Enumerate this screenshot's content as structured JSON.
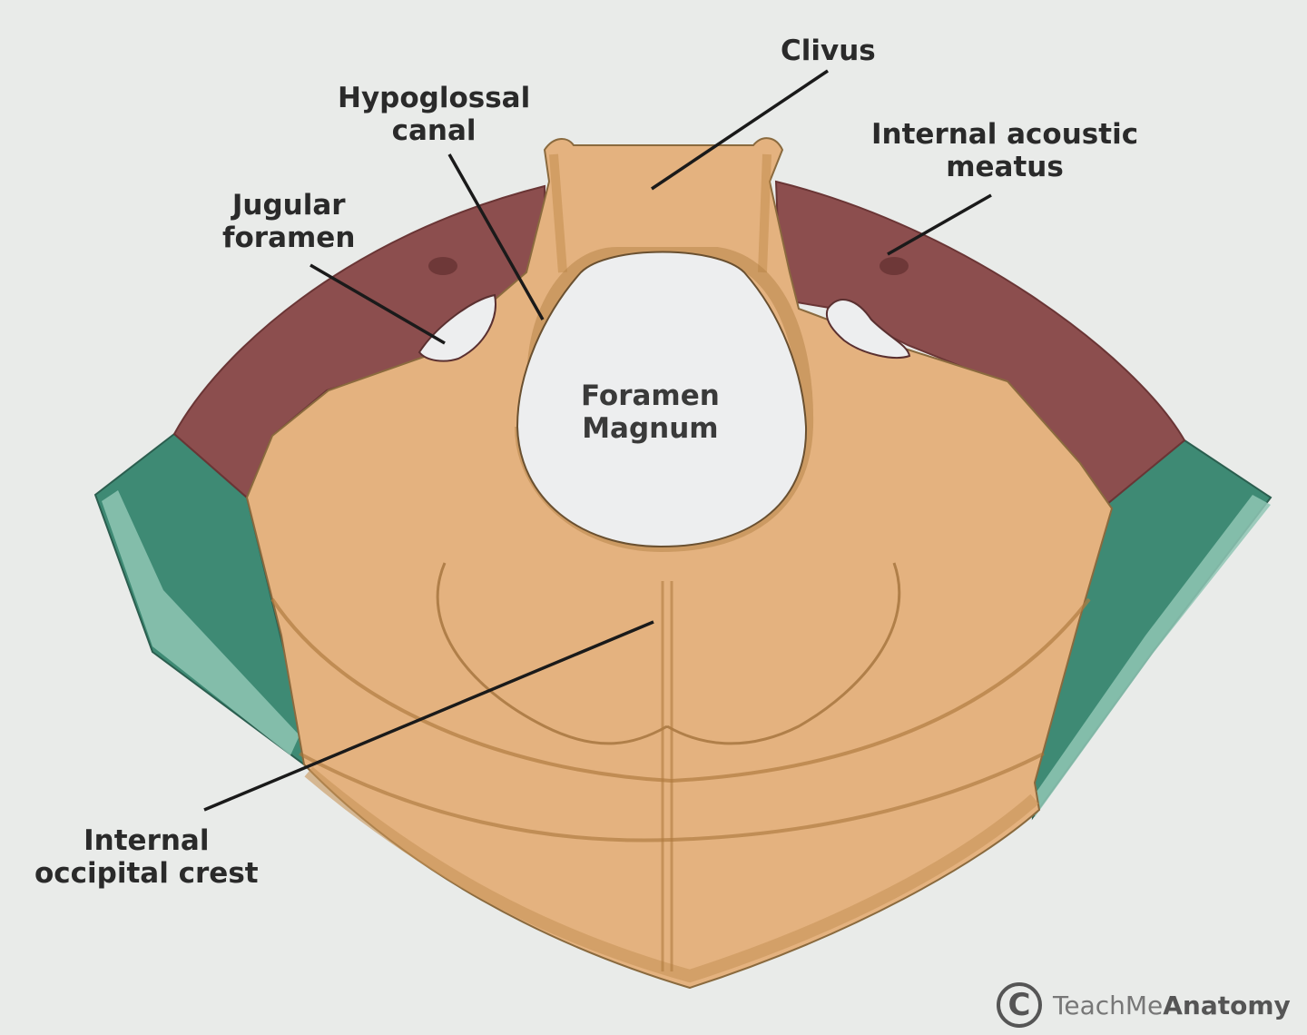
{
  "labels": {
    "clivus": "Clivus",
    "hypoglossal_canal": [
      "Hypoglossal",
      "canal"
    ],
    "jugular_foramen": [
      "Jugular",
      "foramen"
    ],
    "internal_acoustic_meatus": [
      "Internal acoustic",
      "meatus"
    ],
    "foramen_magnum": [
      "Foramen",
      "Magnum"
    ],
    "internal_occipital_crest": [
      "Internal",
      "occipital crest"
    ]
  },
  "credit": {
    "symbol": "C",
    "brand_light": "TeachMe",
    "brand_bold": "Anatomy"
  },
  "colors": {
    "background": "#e9ebe9",
    "occipital_bone": "#e4b27f",
    "occipital_shade": "#c89458",
    "temporal_bone": "#8c4e4e",
    "parietal_bone": "#3e8a74",
    "parietal_diploe": "#8fc6b4",
    "leader_line": "#1a1a1a"
  }
}
